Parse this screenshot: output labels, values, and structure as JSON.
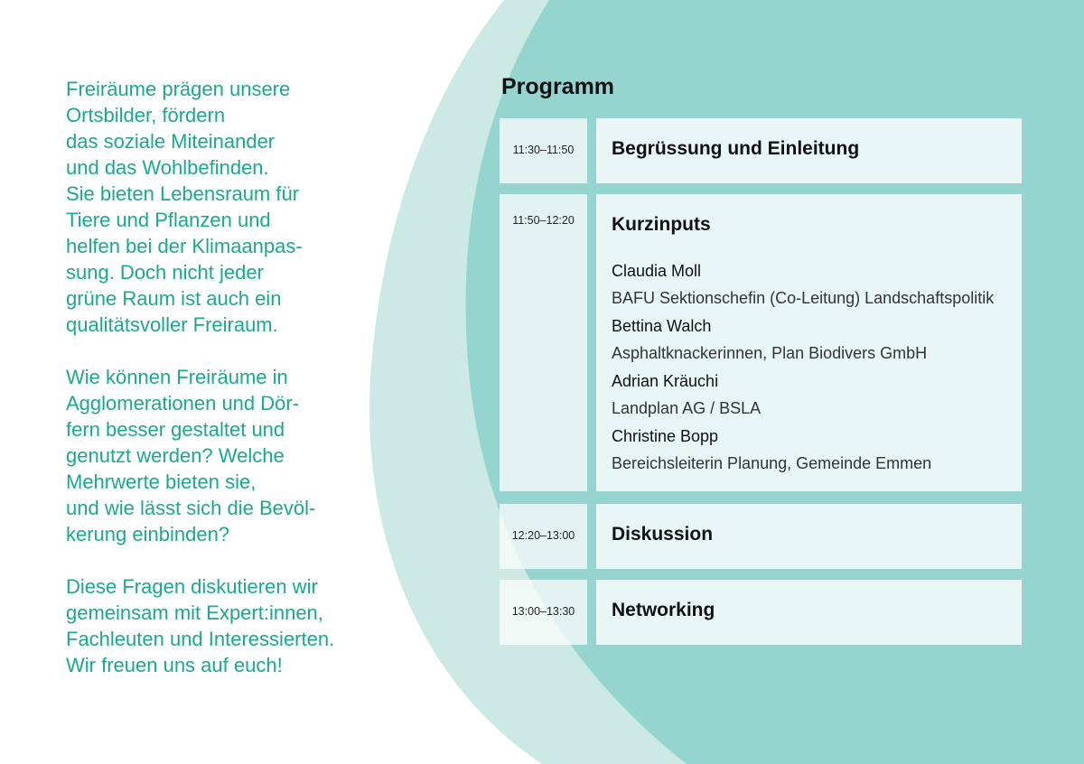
{
  "intro": {
    "paragraphs": [
      "Freiräume prägen unsere\nOrtsbilder, fördern\ndas soziale Miteinander\nund das Wohlbefinden.\nSie bieten Lebensraum für\nTiere und Pflanzen und\nhelfen bei der Klimaanpas-\nsung. Doch nicht jeder\ngrüne Raum ist auch ein\nqualitätsvoller Freiraum.",
      "Wie können Freiräume in\nAgglomerationen und Dör-\nfern besser gestaltet und\ngenutzt werden? Welche\nMehrwerte bieten sie,\nund wie lässt sich die Bevöl-\nkerung einbinden?",
      "Diese Fragen diskutieren wir\ngemeinsam mit Expert:innen,\nFachleuten und Interessierten.\nWir freuen uns auf euch!"
    ]
  },
  "programm": {
    "title": "Programm",
    "items": [
      {
        "time": "11:30–11:50",
        "title": "Begrüssung und Einleitung"
      },
      {
        "time": "11:50–12:20",
        "title": "Kurzinputs",
        "speakers": [
          {
            "name": "Claudia Moll",
            "role": "BAFU Sektionschefin (Co-Leitung) Landschaftspolitik"
          },
          {
            "name": "Bettina Walch",
            "role": "Asphaltknackerinnen, Plan Biodivers GmbH"
          },
          {
            "name": "Adrian Kräuchi",
            "role": "Landplan AG / BSLA"
          },
          {
            "name": "Christine Bopp",
            "role": "Bereichsleiterin Planung, Gemeinde Emmen"
          }
        ]
      },
      {
        "time": "12:20–13:00",
        "title": "Diskussion"
      },
      {
        "time": "13:00–13:30",
        "title": "Networking"
      }
    ]
  },
  "colors": {
    "accent": "#1aa88f",
    "shape_light": "#cde9e3",
    "shape_main": "#96d5cf"
  }
}
